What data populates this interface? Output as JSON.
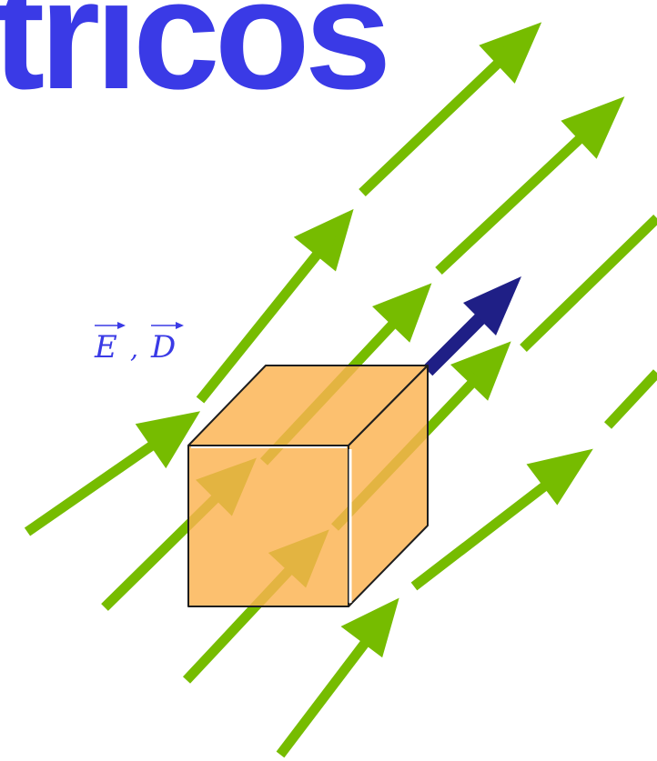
{
  "slide": {
    "title": "tricos"
  },
  "diagram": {
    "field_label": {
      "first_symbol": "E",
      "separator": ",",
      "second_symbol": "D"
    },
    "colors": {
      "field_lines": "#76bc00",
      "normal_vector": "#1f1f86",
      "cube_fill": "#fbb24f",
      "cube_edge": "#1e1e1e",
      "title_and_label": "#3a3ae6"
    }
  }
}
